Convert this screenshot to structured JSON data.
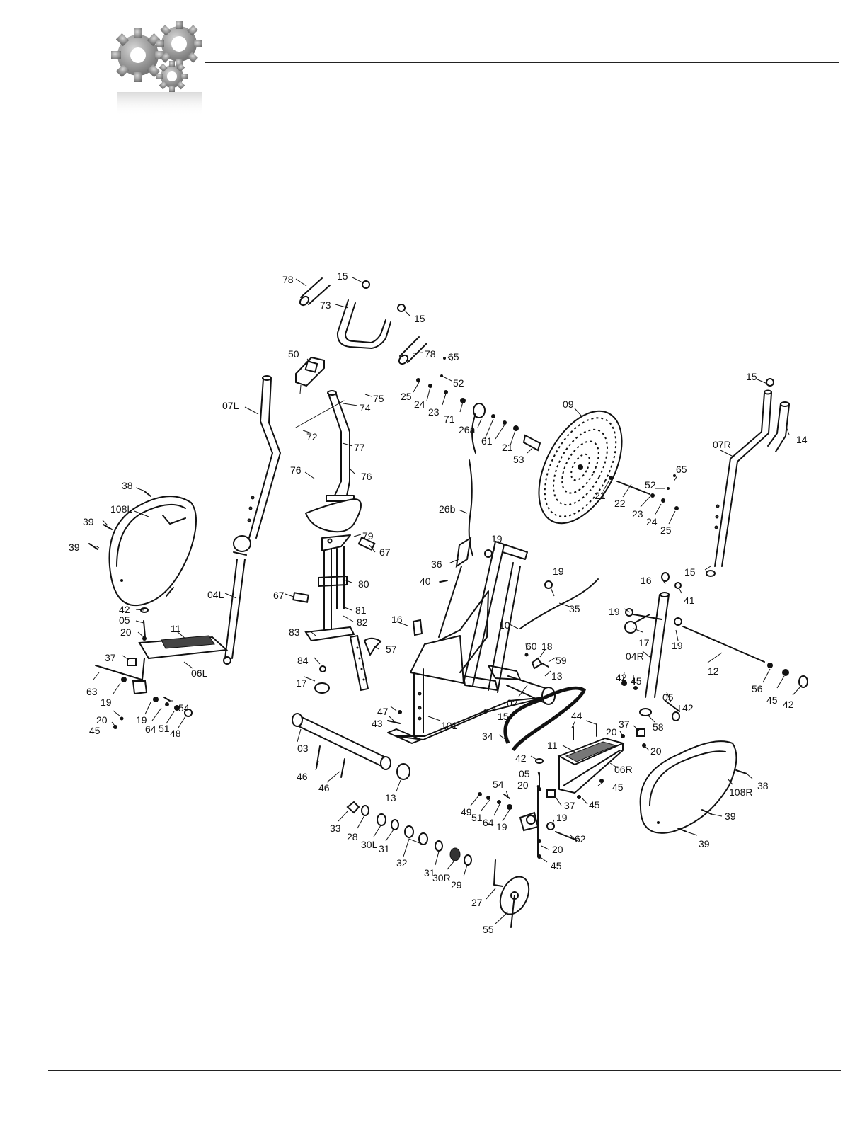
{
  "header": {
    "icon": "gears-icon"
  },
  "diagram": {
    "callouts": [
      {
        "id": "c1",
        "text": "78"
      },
      {
        "id": "c2",
        "text": "15"
      },
      {
        "id": "c3",
        "text": "73"
      },
      {
        "id": "c4",
        "text": "15"
      },
      {
        "id": "c5",
        "text": "78"
      },
      {
        "id": "c6",
        "text": "50"
      },
      {
        "id": "c7",
        "text": "65"
      },
      {
        "id": "c8",
        "text": "52"
      },
      {
        "id": "c9",
        "text": "75"
      },
      {
        "id": "c10",
        "text": "74"
      },
      {
        "id": "c11",
        "text": "07L"
      },
      {
        "id": "c12",
        "text": "72"
      },
      {
        "id": "c13",
        "text": "77"
      },
      {
        "id": "c14",
        "text": "76"
      },
      {
        "id": "c15",
        "text": "76"
      },
      {
        "id": "c16",
        "text": "25"
      },
      {
        "id": "c17",
        "text": "24"
      },
      {
        "id": "c18",
        "text": "23"
      },
      {
        "id": "c19",
        "text": "71"
      },
      {
        "id": "c20",
        "text": "26a"
      },
      {
        "id": "c21",
        "text": "61"
      },
      {
        "id": "c22",
        "text": "21"
      },
      {
        "id": "c23",
        "text": "53"
      },
      {
        "id": "c24",
        "text": "09"
      },
      {
        "id": "c25",
        "text": "15"
      },
      {
        "id": "c26",
        "text": "14"
      },
      {
        "id": "c27",
        "text": "07R"
      },
      {
        "id": "c28",
        "text": "65"
      },
      {
        "id": "c29",
        "text": "52"
      },
      {
        "id": "c30",
        "text": "21"
      },
      {
        "id": "c31",
        "text": "22"
      },
      {
        "id": "c32",
        "text": "23"
      },
      {
        "id": "c33",
        "text": "24"
      },
      {
        "id": "c34",
        "text": "25"
      },
      {
        "id": "c35",
        "text": "38"
      },
      {
        "id": "c36",
        "text": "108L"
      },
      {
        "id": "c37",
        "text": "39"
      },
      {
        "id": "c38",
        "text": "39"
      },
      {
        "id": "c39",
        "text": "26b"
      },
      {
        "id": "c40",
        "text": "79"
      },
      {
        "id": "c41",
        "text": "19"
      },
      {
        "id": "c42",
        "text": "67"
      },
      {
        "id": "c43",
        "text": "36"
      },
      {
        "id": "c44",
        "text": "40"
      },
      {
        "id": "c45",
        "text": "80"
      },
      {
        "id": "c46",
        "text": "04L"
      },
      {
        "id": "c47",
        "text": "67"
      },
      {
        "id": "c48",
        "text": "81"
      },
      {
        "id": "c49",
        "text": "82"
      },
      {
        "id": "c50",
        "text": "19"
      },
      {
        "id": "c51",
        "text": "35"
      },
      {
        "id": "c52",
        "text": "15"
      },
      {
        "id": "c53",
        "text": "16"
      },
      {
        "id": "c54",
        "text": "41"
      },
      {
        "id": "c55",
        "text": "42"
      },
      {
        "id": "c56",
        "text": "05"
      },
      {
        "id": "c57",
        "text": "20"
      },
      {
        "id": "c58",
        "text": "11"
      },
      {
        "id": "c59",
        "text": "06L"
      },
      {
        "id": "c60",
        "text": "16"
      },
      {
        "id": "c61",
        "text": "10"
      },
      {
        "id": "c62",
        "text": "83"
      },
      {
        "id": "c63",
        "text": "57"
      },
      {
        "id": "c64",
        "text": "19"
      },
      {
        "id": "c65",
        "text": "17"
      },
      {
        "id": "c66",
        "text": "19"
      },
      {
        "id": "c67",
        "text": "04R"
      },
      {
        "id": "c68",
        "text": "60"
      },
      {
        "id": "c69",
        "text": "18"
      },
      {
        "id": "c70",
        "text": "59"
      },
      {
        "id": "c71",
        "text": "13"
      },
      {
        "id": "c72",
        "text": "12"
      },
      {
        "id": "c73",
        "text": "37"
      },
      {
        "id": "c74",
        "text": "84"
      },
      {
        "id": "c75",
        "text": "17"
      },
      {
        "id": "c76",
        "text": "02"
      },
      {
        "id": "c77",
        "text": "42"
      },
      {
        "id": "c78",
        "text": "45"
      },
      {
        "id": "c79",
        "text": "63"
      },
      {
        "id": "c80",
        "text": "19"
      },
      {
        "id": "c81",
        "text": "54"
      },
      {
        "id": "c82",
        "text": "20"
      },
      {
        "id": "c83",
        "text": "19"
      },
      {
        "id": "c84",
        "text": "64"
      },
      {
        "id": "c85",
        "text": "51"
      },
      {
        "id": "c86",
        "text": "48"
      },
      {
        "id": "c87",
        "text": "45"
      },
      {
        "id": "c88",
        "text": "47"
      },
      {
        "id": "c89",
        "text": "43"
      },
      {
        "id": "c90",
        "text": "15"
      },
      {
        "id": "c91",
        "text": "101"
      },
      {
        "id": "c92",
        "text": "05"
      },
      {
        "id": "c93",
        "text": "42"
      },
      {
        "id": "c94",
        "text": "56"
      },
      {
        "id": "c95",
        "text": "45"
      },
      {
        "id": "c96",
        "text": "42"
      },
      {
        "id": "c97",
        "text": "58"
      },
      {
        "id": "c98",
        "text": "44"
      },
      {
        "id": "c99",
        "text": "37"
      },
      {
        "id": "c100",
        "text": "20"
      },
      {
        "id": "c101",
        "text": "20"
      },
      {
        "id": "c102",
        "text": "34"
      },
      {
        "id": "c103",
        "text": "11"
      },
      {
        "id": "c104",
        "text": "03"
      },
      {
        "id": "c105",
        "text": "42"
      },
      {
        "id": "c106",
        "text": "06R"
      },
      {
        "id": "c107",
        "text": "05"
      },
      {
        "id": "c108",
        "text": "45"
      },
      {
        "id": "c109",
        "text": "38"
      },
      {
        "id": "c110",
        "text": "108R"
      },
      {
        "id": "c111",
        "text": "46"
      },
      {
        "id": "c112",
        "text": "46"
      },
      {
        "id": "c113",
        "text": "13"
      },
      {
        "id": "c114",
        "text": "20"
      },
      {
        "id": "c115",
        "text": "54"
      },
      {
        "id": "c116",
        "text": "37"
      },
      {
        "id": "c117",
        "text": "45"
      },
      {
        "id": "c118",
        "text": "49"
      },
      {
        "id": "c119",
        "text": "51"
      },
      {
        "id": "c120",
        "text": "64"
      },
      {
        "id": "c121",
        "text": "19"
      },
      {
        "id": "c122",
        "text": "19"
      },
      {
        "id": "c123",
        "text": "62"
      },
      {
        "id": "c124",
        "text": "39"
      },
      {
        "id": "c125",
        "text": "39"
      },
      {
        "id": "c126",
        "text": "33"
      },
      {
        "id": "c127",
        "text": "28"
      },
      {
        "id": "c128",
        "text": "30L"
      },
      {
        "id": "c129",
        "text": "31"
      },
      {
        "id": "c130",
        "text": "32"
      },
      {
        "id": "c131",
        "text": "31"
      },
      {
        "id": "c132",
        "text": "30R"
      },
      {
        "id": "c133",
        "text": "29"
      },
      {
        "id": "c134",
        "text": "20"
      },
      {
        "id": "c135",
        "text": "45"
      },
      {
        "id": "c136",
        "text": "27"
      },
      {
        "id": "c137",
        "text": "55"
      }
    ]
  }
}
